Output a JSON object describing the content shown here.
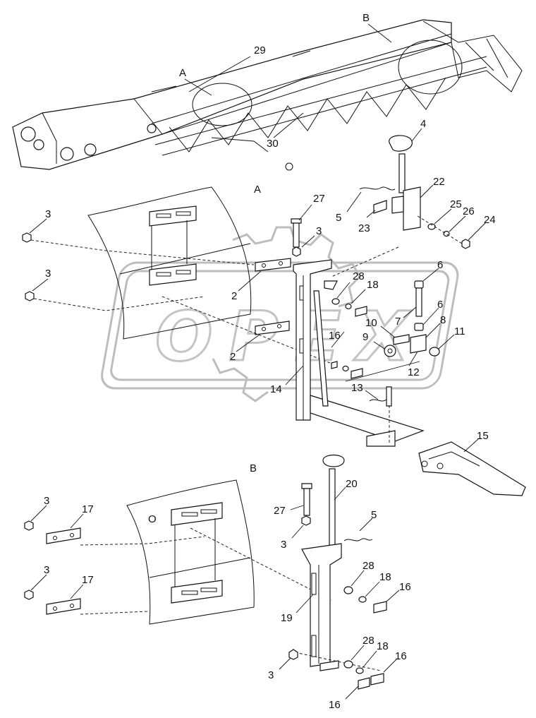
{
  "watermark": {
    "text": "OPEX"
  },
  "sections": {
    "a_top": "A",
    "b_top": "B",
    "a_detail": "A",
    "b_detail": "B"
  },
  "labels": {
    "l29": "29",
    "l30": "30",
    "l4": "4",
    "l22": "22",
    "l27a": "27",
    "l5a": "5",
    "l23": "23",
    "l25": "25",
    "l26": "26",
    "l24": "24",
    "l3a": "3",
    "l3b": "3",
    "l3c": "3",
    "l2a": "2",
    "l2b": "2",
    "l28a": "28",
    "l18a": "18",
    "l6a": "6",
    "l6b": "6",
    "l7": "7",
    "l8": "8",
    "l10": "10",
    "l9": "9",
    "l16a": "16",
    "l11": "11",
    "l12": "12",
    "l13": "13",
    "l14": "14",
    "l15": "15",
    "l20": "20",
    "l27b": "27",
    "l5b": "5",
    "l3d": "3",
    "l3e": "3",
    "l17a": "17",
    "l3f": "3",
    "l17b": "17",
    "l28b": "28",
    "l18b": "18",
    "l16b": "16",
    "l19": "19",
    "l28c": "28",
    "l18c": "18",
    "l16c": "16",
    "l3g": "3",
    "l16d": "16"
  }
}
